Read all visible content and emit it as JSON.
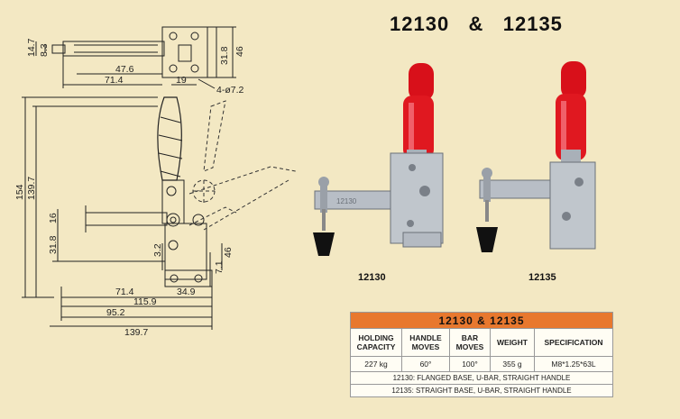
{
  "title": "12130   &   12135",
  "drawing": {
    "dims": {
      "d14_7": "14.7",
      "d8_3": "8.3",
      "d47_6": "47.6",
      "d71_4_top": "71.4",
      "d19": "19",
      "d4_7_2": "4-ø7.2",
      "d31_8_top": "31.8",
      "d46_top": "46",
      "d154": "154",
      "d139_7_v": "139.7",
      "d16": "16",
      "d31_8_side": "31.8",
      "d3_2": "3.2",
      "d46_side": "46",
      "d7_1": "7.1",
      "d71_4_bot": "71.4",
      "d34_9": "34.9",
      "d115_9": "115.9",
      "d95_2": "95.2",
      "d139_7_h": "139.7"
    }
  },
  "photos": {
    "left_caption": "12130",
    "right_caption": "12135",
    "bar_print": "12130"
  },
  "spec_table": {
    "title": "12130  &  12135",
    "headers": [
      [
        "HOLDING",
        "CAPACITY"
      ],
      [
        "HANDLE",
        "MOVES"
      ],
      [
        "BAR",
        "MOVES"
      ],
      [
        "WEIGHT",
        ""
      ],
      [
        "SPECIFICATION",
        ""
      ]
    ],
    "values": [
      "227 kg",
      "60°",
      "100°",
      "355 g",
      "M8*1.25*63L"
    ],
    "notes": [
      "12130:  FLANGED BASE, U-BAR, STRAIGHT HANDLE",
      "12135:  STRAIGHT BASE, U-BAR, STRAIGHT HANDLE"
    ]
  }
}
